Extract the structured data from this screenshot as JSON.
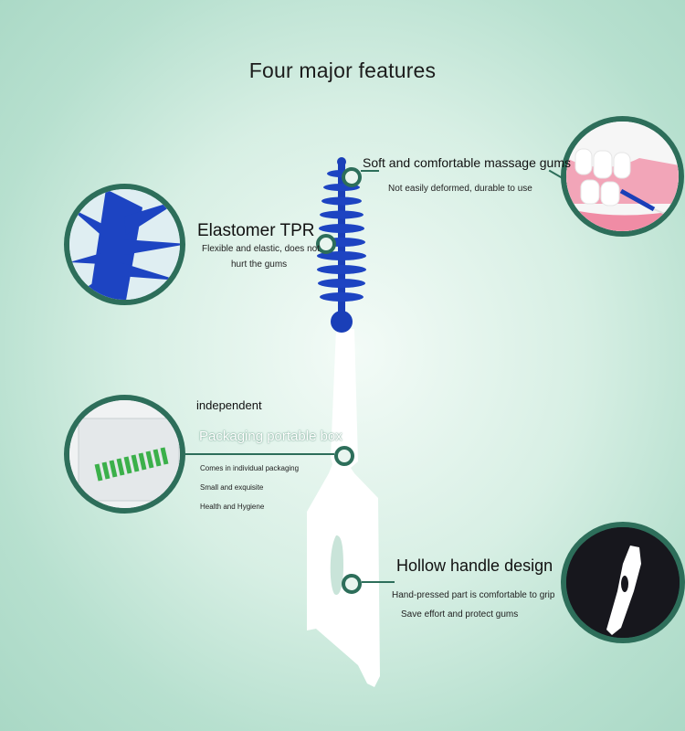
{
  "header": {
    "title": "Four major features"
  },
  "features": {
    "massage": {
      "title": "Soft and comfortable massage gums",
      "subtitle": "Not easily deformed, durable to use"
    },
    "elastomer": {
      "title": "Elastomer TPR",
      "line1": "Flexible and elastic, does not",
      "line2": "hurt the gums"
    },
    "packaging": {
      "pre_title": "independent",
      "title": "Packaging portable box",
      "bullets": [
        "Comes in individual packaging",
        "Small and exquisite",
        "Health and Hygiene"
      ]
    },
    "handle": {
      "title": "Hollow handle design",
      "line1": "Hand-pressed part is comfortable to grip",
      "line2": "Save effort and protect gums"
    }
  },
  "colors": {
    "accent": "#2d6e5a",
    "brush_blue": "#1a3fb8",
    "background": "#c8e8da"
  }
}
